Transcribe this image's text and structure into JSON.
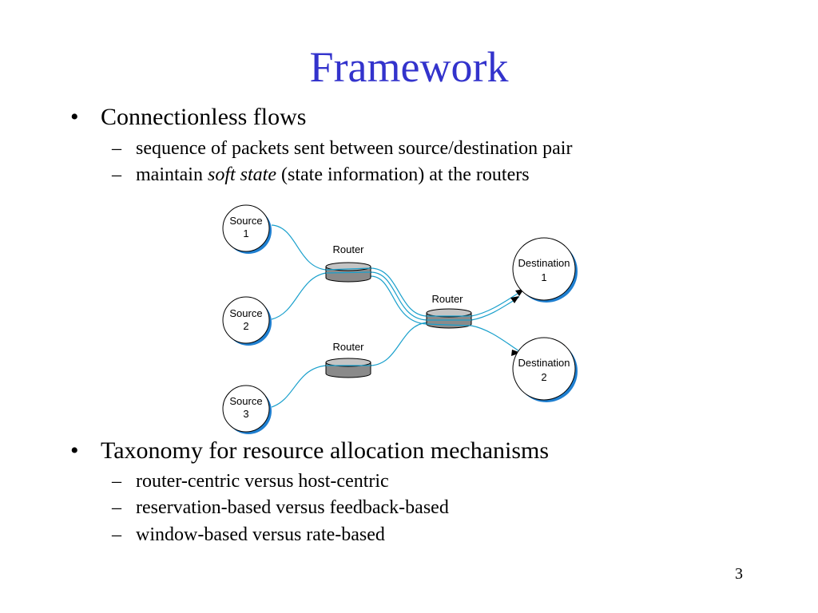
{
  "title": "Framework",
  "colors": {
    "title": "#3333cc",
    "flow_line": "#1aa0cc",
    "node_shadow": "#1f7fd0",
    "router_body": "#8a8a8a"
  },
  "bullets": [
    {
      "text": "Connectionless flows",
      "subs": [
        {
          "parts": [
            {
              "text": "sequence of packets sent between source/destination pair"
            }
          ]
        },
        {
          "parts": [
            {
              "text": "maintain "
            },
            {
              "text": "soft state",
              "italic": true
            },
            {
              "text": " (state information) at the routers"
            }
          ]
        }
      ]
    },
    {
      "text": "Taxonomy for resource allocation mechanisms",
      "subs": [
        {
          "parts": [
            {
              "text": "router-centric versus host-centric"
            }
          ]
        },
        {
          "parts": [
            {
              "text": "reservation-based versus feedback-based"
            }
          ]
        },
        {
          "parts": [
            {
              "text": "window-based versus rate-based"
            }
          ]
        }
      ]
    }
  ],
  "diagram": {
    "sources": [
      [
        "Source",
        "1"
      ],
      [
        "Source",
        "2"
      ],
      [
        "Source",
        "3"
      ]
    ],
    "routers": [
      "Router",
      "Router",
      "Router"
    ],
    "destinations": [
      [
        "Destination",
        "1"
      ],
      [
        "Destination",
        "2"
      ]
    ]
  },
  "page_number": "3"
}
